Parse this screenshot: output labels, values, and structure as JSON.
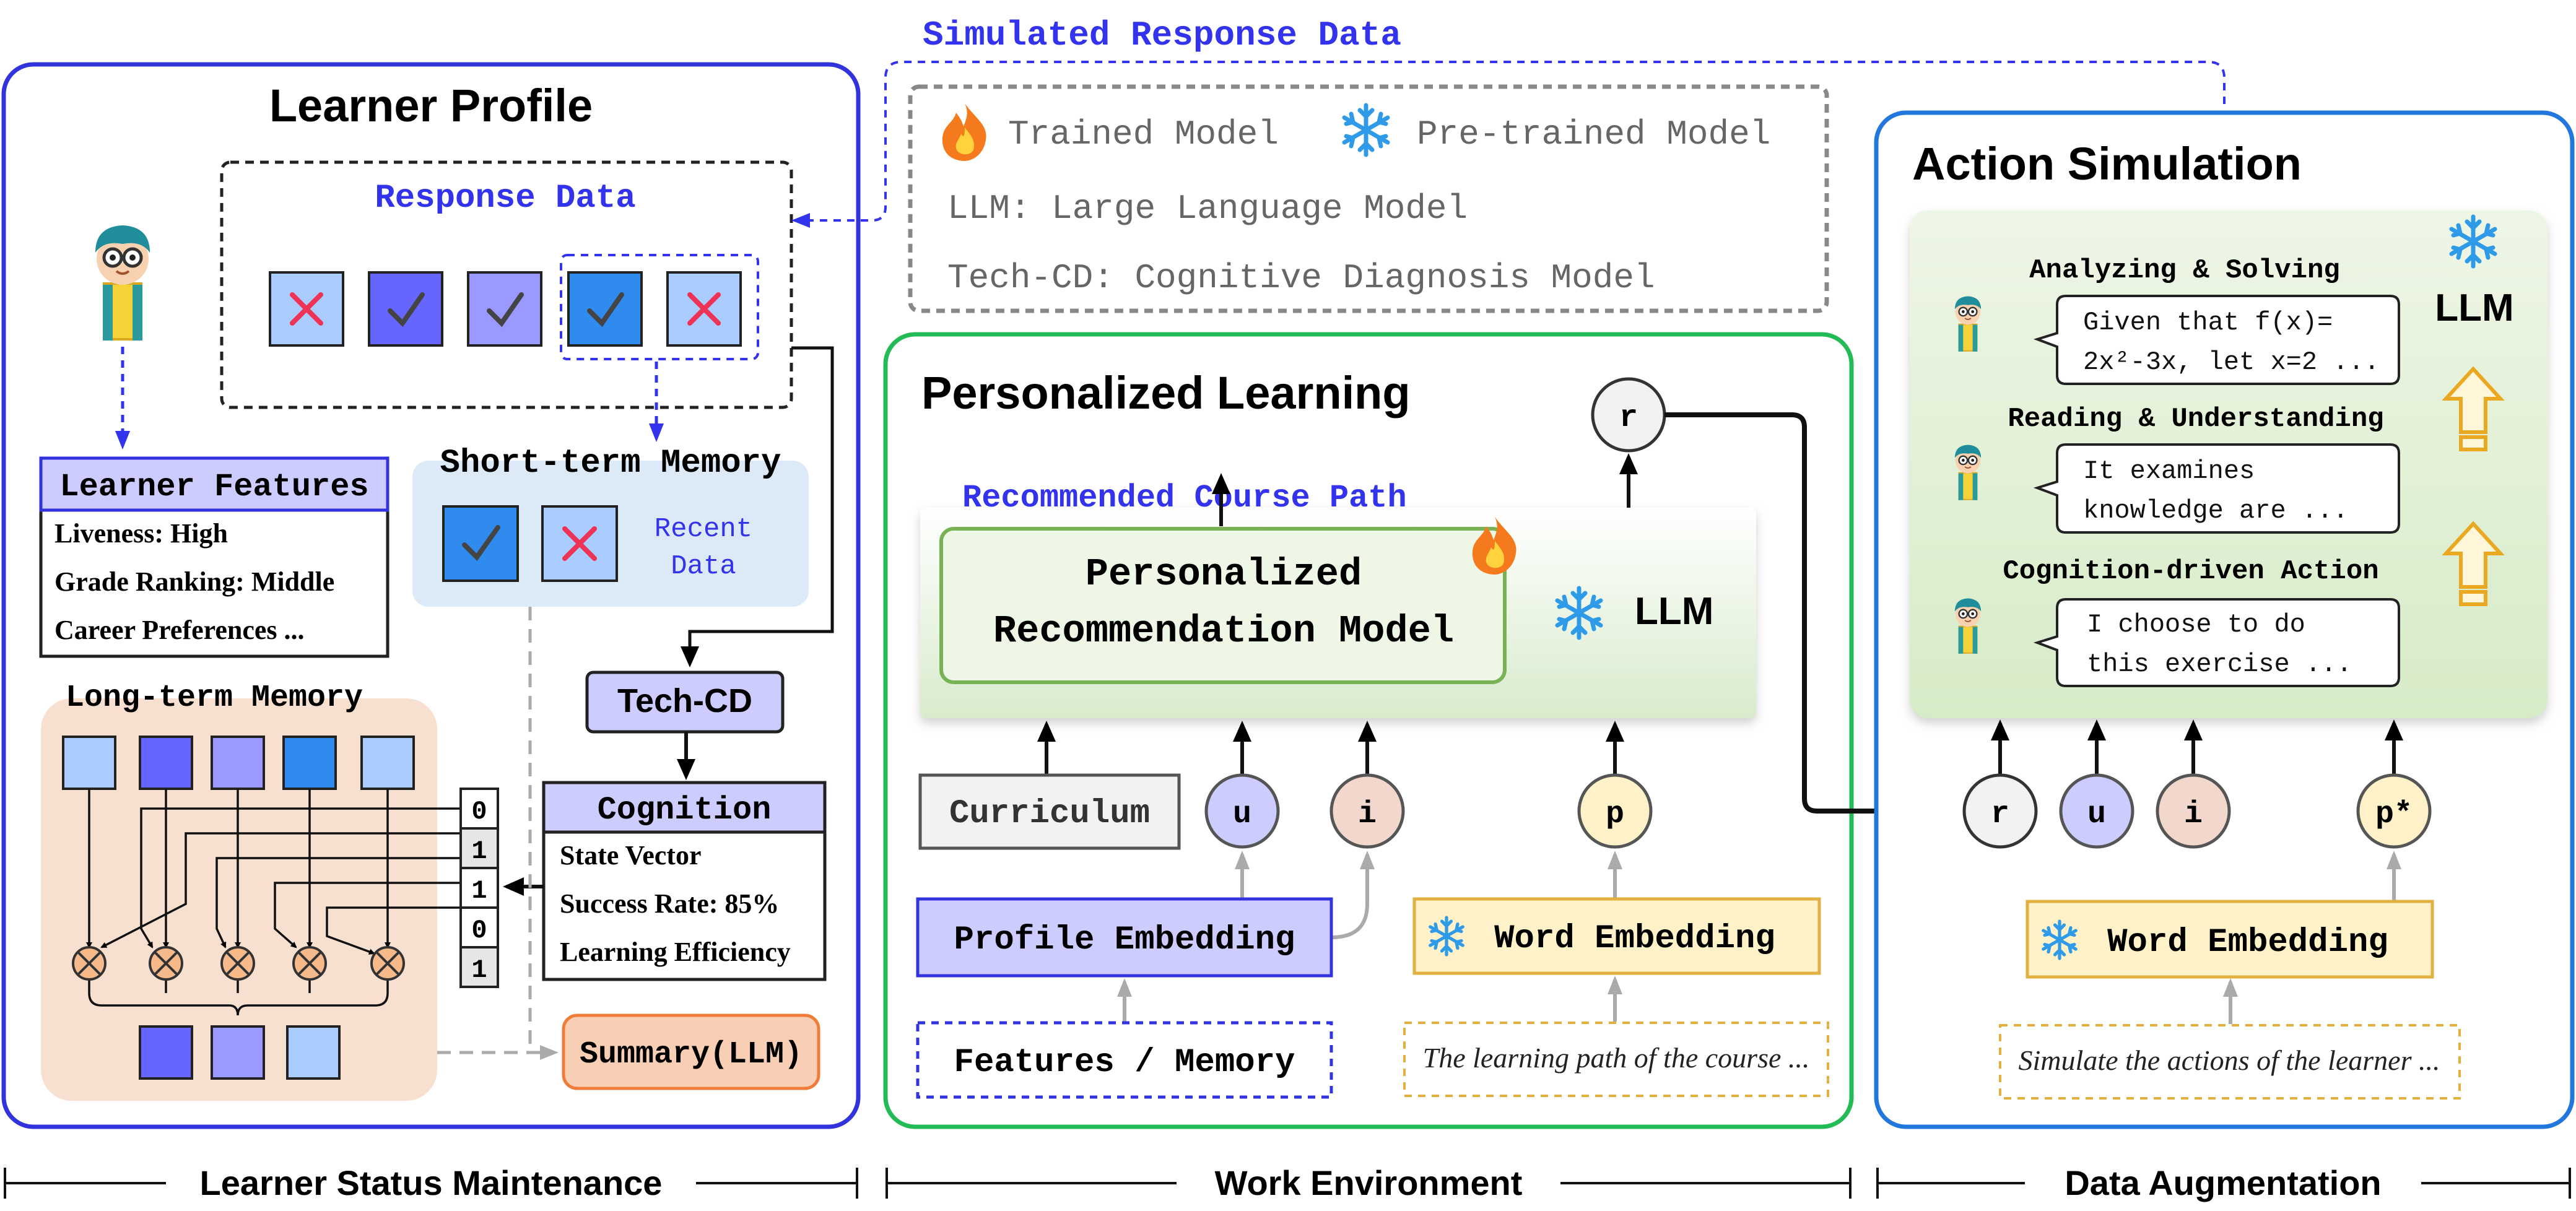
{
  "colors": {
    "panel_left": "#3333dd",
    "panel_mid": "#22bb55",
    "panel_right": "#2277dd",
    "blue_text": "#3333ee",
    "purple_box": "#ccccff",
    "yellow_box": "#fff2c8",
    "orange": "#f5b98a",
    "check_light": "#9999ff",
    "check_dark": "#6666ff",
    "cross_red": "#ee3355"
  },
  "header": {
    "simulated_response_data": "Simulated Response Data"
  },
  "legend": {
    "trained_model": "Trained Model",
    "pretrained_model": "Pre-trained Model",
    "llm_def": "LLM: Large Language Model",
    "techcd_def": "Tech-CD: Cognitive Diagnosis Model"
  },
  "learner_profile": {
    "title": "Learner Profile",
    "response_data": "Response Data",
    "short_term_memory": "Short-term Memory",
    "recent_data_1": "Recent",
    "recent_data_2": "Data",
    "learner_features_title": "Learner Features",
    "features": [
      "Liveness: High",
      "Grade Ranking: Middle",
      "Career Preferences ..."
    ],
    "long_term_memory": "Long-term Memory",
    "bits": [
      "0",
      "1",
      "1",
      "0",
      "1"
    ],
    "techcd": "Tech-CD",
    "cognition_title": "Cognition",
    "cognition_items": [
      "State Vector",
      "Success Rate: 85%",
      "Learning Efficiency"
    ],
    "summary": "Summary(LLM)"
  },
  "personalized_learning": {
    "title": "Personalized Learning",
    "recommended_path": "Recommended Course Path",
    "model_line1": "Personalized",
    "model_line2": "Recommendation Model",
    "llm": "LLM",
    "curriculum": "Curriculum",
    "token_u": "u",
    "token_i": "i",
    "token_p": "p",
    "token_r": "r",
    "profile_embedding": "Profile Embedding",
    "word_embedding": "Word Embedding",
    "features_memory": "Features / Memory",
    "prompt": "The learning path of the course ..."
  },
  "action_simulation": {
    "title": "Action Simulation",
    "llm": "LLM",
    "steps": [
      {
        "label": "Analyzing & Solving",
        "bubble1": "Given that f(x)=",
        "bubble2": "2x²-3x, let x=2 ..."
      },
      {
        "label": "Reading & Understanding",
        "bubble1": "It examines",
        "bubble2": "knowledge are ..."
      },
      {
        "label": "Cognition-driven Action",
        "bubble1": "I choose to do",
        "bubble2": "this exercise ..."
      }
    ],
    "token_r": "r",
    "token_u": "u",
    "token_i": "i",
    "token_p": "p*",
    "word_embedding": "Word Embedding",
    "prompt": "Simulate the actions of the learner ..."
  },
  "footer": {
    "left": "Learner Status Maintenance",
    "middle": "Work Environment",
    "right": "Data Augmentation"
  }
}
